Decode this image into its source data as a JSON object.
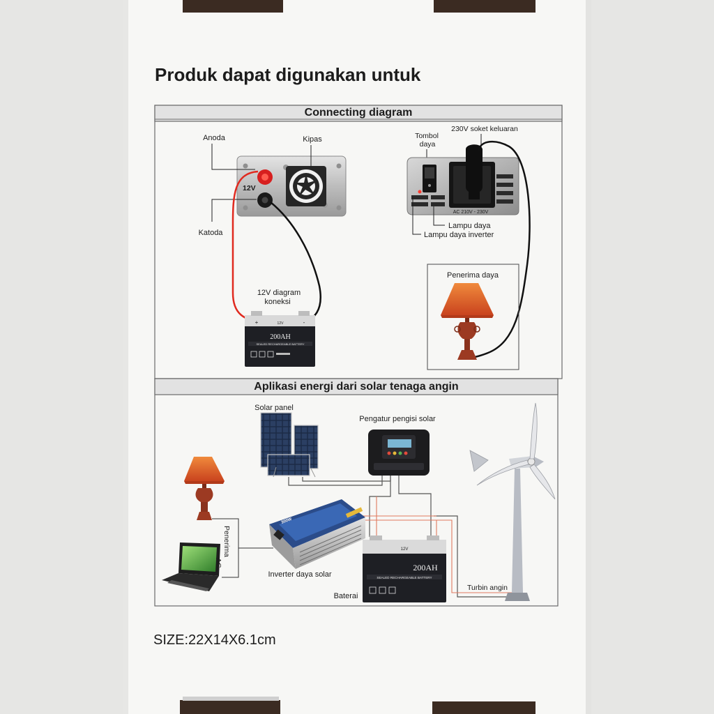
{
  "heading": "Produk dapat digunakan untuk",
  "section1": {
    "title": "Connecting diagram",
    "inverter_side": {
      "anoda": "Anoda",
      "kipas": "Kipas",
      "katoda": "Katoda",
      "terminal_voltage": "12V"
    },
    "battery": {
      "label_line1": "12V diagram",
      "label_line2": "koneksi",
      "capacity": "200AH",
      "voltage_mark": "12V",
      "plus_mark": "+",
      "minus_mark": "-",
      "subtitle": "SEALED RECHARGEABLE BATTERY"
    },
    "socket_side": {
      "tombol_line1": "Tombol",
      "tombol_line2": "daya",
      "socket_label": "230V soket keluaran",
      "ac_label": "AC 210V - 230V",
      "lampu_daya": "Lampu daya",
      "lampu_daya_inverter": "Lampu daya inverter"
    },
    "receiver": "Penerima daya"
  },
  "section2": {
    "title": "Aplikasi energi dari solar tenaga angin",
    "solar_panel": "Solar panel",
    "controller": "Pengatur pengisi solar",
    "receiver_ac_line1": "Penerima",
    "receiver_ac_line2": "AC",
    "inverter": "Inverter daya solar",
    "battery_label": "Baterai",
    "battery_capacity": "200AH",
    "battery_voltage": "12V",
    "battery_subtitle": "SEALED RECHARGEABLE BATTERY",
    "wind_turbine": "Turbin angin",
    "inverter_badge": "300W"
  },
  "size": "SIZE:22X14X6.1cm",
  "colors": {
    "page": "#f7f7f5",
    "box_edge": "#d6d6d4",
    "cable_red": "#e02a1f",
    "cable_black": "#111111",
    "lamp_shade": "#e8642a",
    "lamp_base": "#9c3a22"
  }
}
